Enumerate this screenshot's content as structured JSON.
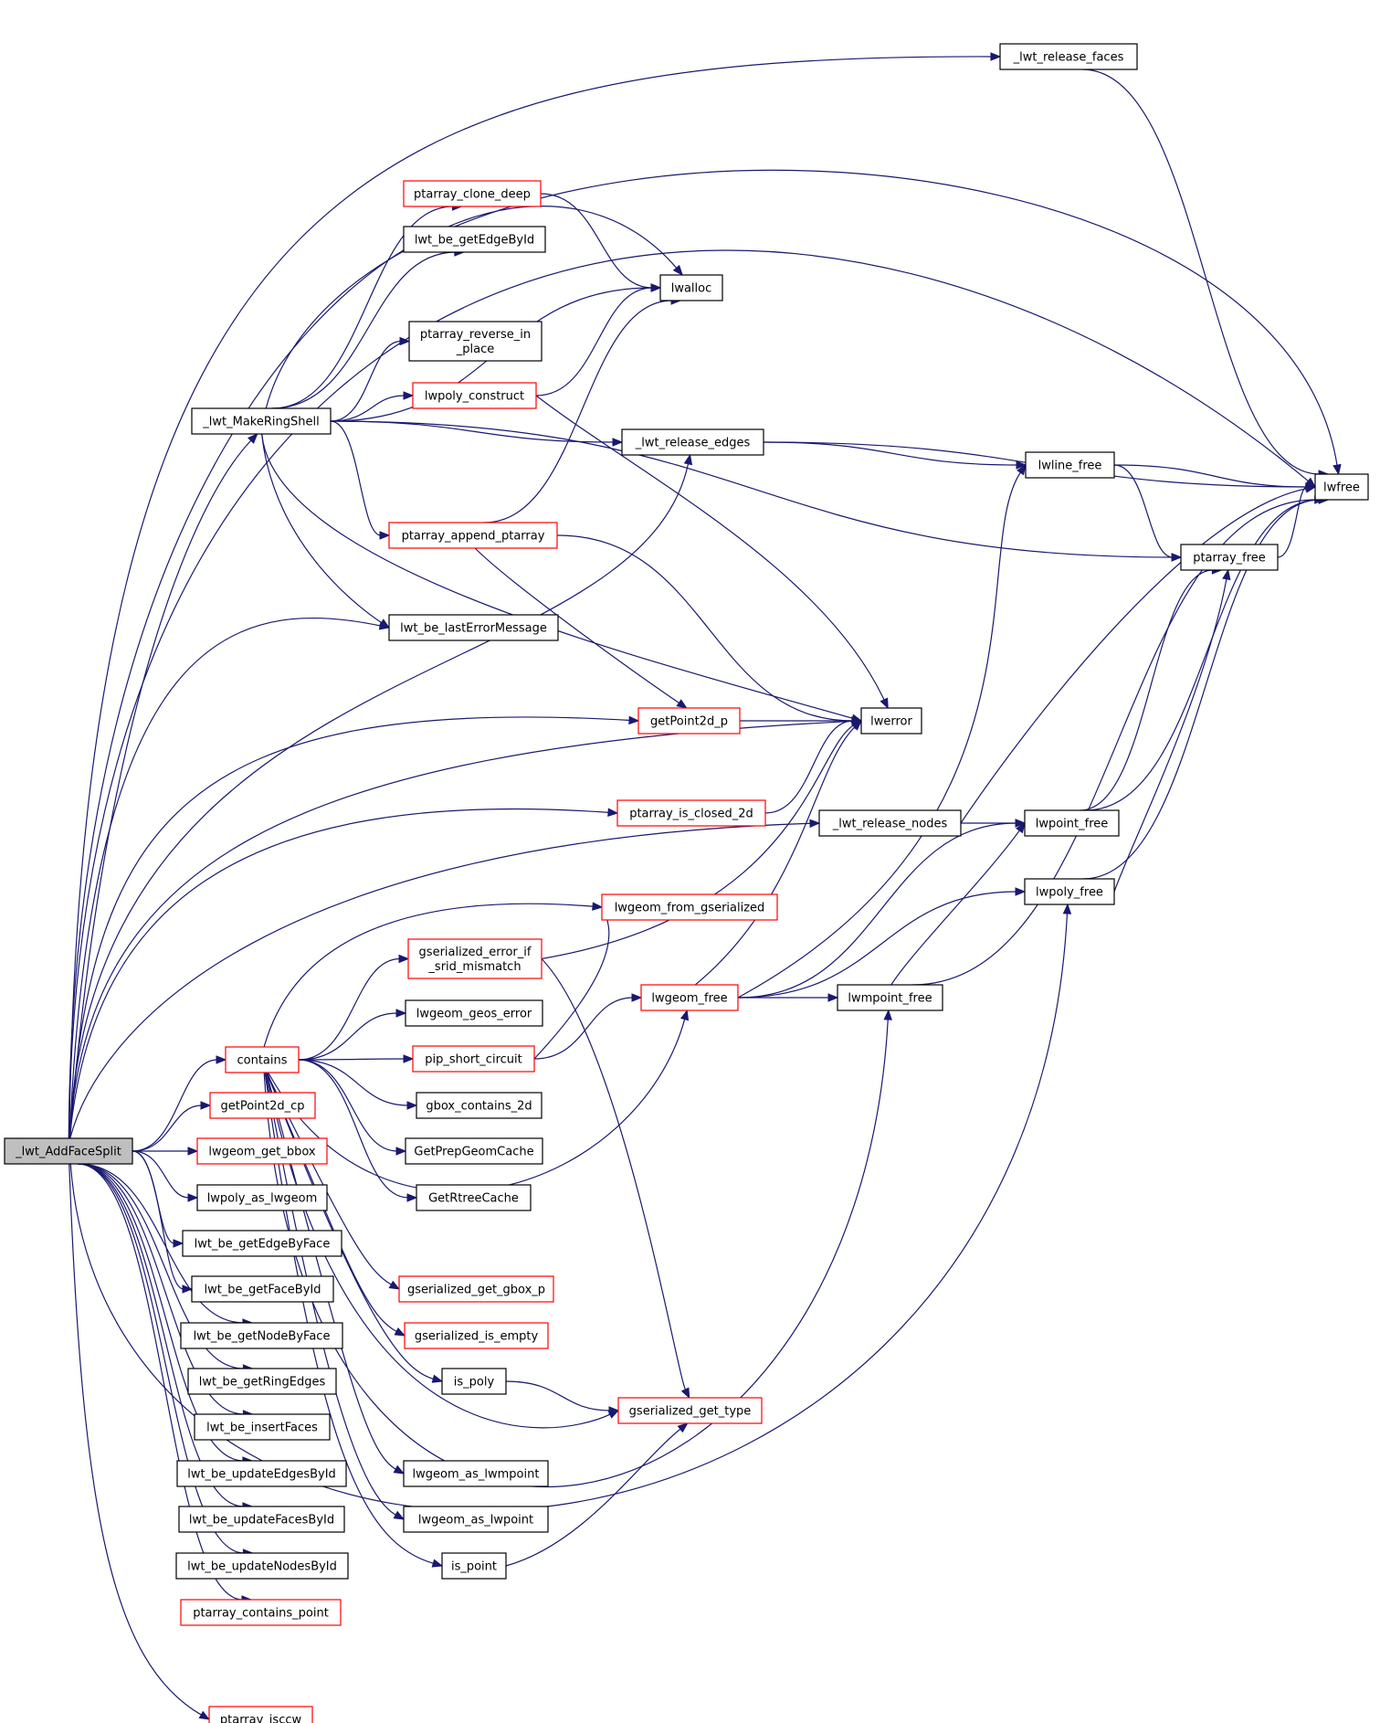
{
  "diagram": {
    "type": "call-graph",
    "colors": {
      "edge": "#191970",
      "border": "#000000",
      "external_border": "#ff0000",
      "root_fill": "#bfbfbf"
    },
    "nodes": [
      {
        "id": "root",
        "label": "_lwt_AddFaceSplit",
        "style": "root"
      },
      {
        "id": "release_faces",
        "label": "_lwt_release_faces",
        "style": "black"
      },
      {
        "id": "lwfree",
        "label": "lwfree",
        "style": "black"
      },
      {
        "id": "clone_deep",
        "label": "ptarray_clone_deep",
        "style": "red"
      },
      {
        "id": "getEdgeById",
        "label": "lwt_be_getEdgeById",
        "style": "black"
      },
      {
        "id": "lwalloc",
        "label": "lwalloc",
        "style": "black"
      },
      {
        "id": "reverse",
        "label": [
          "ptarray_reverse_in",
          "_place"
        ],
        "style": "black"
      },
      {
        "id": "lwpoly_construct",
        "label": "lwpoly_construct",
        "style": "red"
      },
      {
        "id": "makering",
        "label": "_lwt_MakeRingShell",
        "style": "black"
      },
      {
        "id": "release_edges",
        "label": "_lwt_release_edges",
        "style": "black"
      },
      {
        "id": "lwline_free",
        "label": "lwline_free",
        "style": "black"
      },
      {
        "id": "append",
        "label": "ptarray_append_ptarray",
        "style": "red"
      },
      {
        "id": "ptarray_free",
        "label": "ptarray_free",
        "style": "black"
      },
      {
        "id": "lasterr",
        "label": "lwt_be_lastErrorMessage",
        "style": "black"
      },
      {
        "id": "getPoint2d_p",
        "label": "getPoint2d_p",
        "style": "red"
      },
      {
        "id": "lwerror",
        "label": "lwerror",
        "style": "black"
      },
      {
        "id": "closed2d",
        "label": "ptarray_is_closed_2d",
        "style": "red"
      },
      {
        "id": "release_nodes",
        "label": "_lwt_release_nodes",
        "style": "black"
      },
      {
        "id": "lwpoint_free",
        "label": "lwpoint_free",
        "style": "black"
      },
      {
        "id": "lwpoly_free",
        "label": "lwpoly_free",
        "style": "black"
      },
      {
        "id": "from_gser",
        "label": "lwgeom_from_gserialized",
        "style": "red"
      },
      {
        "id": "srid",
        "label": [
          "gserialized_error_if",
          "_srid_mismatch"
        ],
        "style": "red"
      },
      {
        "id": "lwgeom_free",
        "label": "lwgeom_free",
        "style": "red"
      },
      {
        "id": "lwmpoint_free",
        "label": "lwmpoint_free",
        "style": "black"
      },
      {
        "id": "geos_error",
        "label": "lwgeom_geos_error",
        "style": "black"
      },
      {
        "id": "contains",
        "label": "contains",
        "style": "red"
      },
      {
        "id": "pip",
        "label": "pip_short_circuit",
        "style": "red"
      },
      {
        "id": "gbox2d",
        "label": "gbox_contains_2d",
        "style": "black"
      },
      {
        "id": "getPoint2d_cp",
        "label": "getPoint2d_cp",
        "style": "red"
      },
      {
        "id": "prepgeom",
        "label": "GetPrepGeomCache",
        "style": "black"
      },
      {
        "id": "get_bbox",
        "label": "lwgeom_get_bbox",
        "style": "red"
      },
      {
        "id": "rtree",
        "label": "GetRtreeCache",
        "style": "black"
      },
      {
        "id": "poly_as",
        "label": "lwpoly_as_lwgeom",
        "style": "black"
      },
      {
        "id": "edgeByFace",
        "label": "lwt_be_getEdgeByFace",
        "style": "black"
      },
      {
        "id": "faceById",
        "label": "lwt_be_getFaceById",
        "style": "black"
      },
      {
        "id": "gbox_p",
        "label": "gserialized_get_gbox_p",
        "style": "red"
      },
      {
        "id": "nodeByFace",
        "label": "lwt_be_getNodeByFace",
        "style": "black"
      },
      {
        "id": "is_empty",
        "label": "gserialized_is_empty",
        "style": "red"
      },
      {
        "id": "ringEdges",
        "label": "lwt_be_getRingEdges",
        "style": "black"
      },
      {
        "id": "is_poly",
        "label": "is_poly",
        "style": "black"
      },
      {
        "id": "get_type",
        "label": "gserialized_get_type",
        "style": "red"
      },
      {
        "id": "insertFaces",
        "label": "lwt_be_insertFaces",
        "style": "black"
      },
      {
        "id": "updEdges",
        "label": "lwt_be_updateEdgesById",
        "style": "black"
      },
      {
        "id": "as_mpoint",
        "label": "lwgeom_as_lwmpoint",
        "style": "black"
      },
      {
        "id": "updFaces",
        "label": "lwt_be_updateFacesById",
        "style": "black"
      },
      {
        "id": "as_point",
        "label": "lwgeom_as_lwpoint",
        "style": "black"
      },
      {
        "id": "updNodes",
        "label": "lwt_be_updateNodesById",
        "style": "black"
      },
      {
        "id": "is_point",
        "label": "is_point",
        "style": "black"
      },
      {
        "id": "contains_point",
        "label": "ptarray_contains_point",
        "style": "red"
      },
      {
        "id": "isccw",
        "label": "ptarray_isccw",
        "style": "red"
      }
    ],
    "edges": [
      [
        "root",
        "release_faces"
      ],
      [
        "root",
        "lwfree"
      ],
      [
        "root",
        "lwalloc"
      ],
      [
        "root",
        "makering"
      ],
      [
        "root",
        "release_edges"
      ],
      [
        "root",
        "lasterr"
      ],
      [
        "root",
        "getPoint2d_p"
      ],
      [
        "root",
        "lwerror"
      ],
      [
        "root",
        "closed2d"
      ],
      [
        "root",
        "release_nodes"
      ],
      [
        "root",
        "contains"
      ],
      [
        "root",
        "getPoint2d_cp"
      ],
      [
        "root",
        "get_bbox"
      ],
      [
        "root",
        "poly_as"
      ],
      [
        "root",
        "edgeByFace"
      ],
      [
        "root",
        "faceById"
      ],
      [
        "root",
        "nodeByFace"
      ],
      [
        "root",
        "ringEdges"
      ],
      [
        "root",
        "insertFaces"
      ],
      [
        "root",
        "updEdges"
      ],
      [
        "root",
        "updFaces"
      ],
      [
        "root",
        "updNodes"
      ],
      [
        "root",
        "contains_point"
      ],
      [
        "root",
        "isccw"
      ],
      [
        "root",
        "lwpoly_free"
      ],
      [
        "release_faces",
        "lwfree"
      ],
      [
        "makering",
        "clone_deep"
      ],
      [
        "makering",
        "getEdgeById"
      ],
      [
        "makering",
        "lwalloc"
      ],
      [
        "makering",
        "reverse"
      ],
      [
        "makering",
        "lwpoly_construct"
      ],
      [
        "makering",
        "release_edges"
      ],
      [
        "makering",
        "append"
      ],
      [
        "makering",
        "ptarray_free"
      ],
      [
        "makering",
        "lasterr"
      ],
      [
        "makering",
        "lwerror"
      ],
      [
        "makering",
        "lwfree"
      ],
      [
        "clone_deep",
        "lwalloc"
      ],
      [
        "lwpoly_construct",
        "lwalloc"
      ],
      [
        "lwpoly_construct",
        "lwerror"
      ],
      [
        "release_edges",
        "lwfree"
      ],
      [
        "release_edges",
        "lwline_free"
      ],
      [
        "lwline_free",
        "lwfree"
      ],
      [
        "lwline_free",
        "ptarray_free"
      ],
      [
        "append",
        "lwalloc"
      ],
      [
        "append",
        "getPoint2d_p"
      ],
      [
        "append",
        "lwerror"
      ],
      [
        "ptarray_free",
        "lwfree"
      ],
      [
        "getPoint2d_p",
        "lwerror"
      ],
      [
        "closed2d",
        "lwerror"
      ],
      [
        "release_nodes",
        "lwpoint_free"
      ],
      [
        "release_nodes",
        "lwfree"
      ],
      [
        "lwpoint_free",
        "ptarray_free"
      ],
      [
        "lwpoint_free",
        "lwfree"
      ],
      [
        "lwpoly_free",
        "ptarray_free"
      ],
      [
        "lwpoly_free",
        "lwfree"
      ],
      [
        "srid",
        "lwerror"
      ],
      [
        "srid",
        "get_type"
      ],
      [
        "lwgeom_free",
        "lwline_free"
      ],
      [
        "lwgeom_free",
        "lwerror"
      ],
      [
        "lwgeom_free",
        "lwpoint_free"
      ],
      [
        "lwgeom_free",
        "lwpoly_free"
      ],
      [
        "lwgeom_free",
        "lwmpoint_free"
      ],
      [
        "lwmpoint_free",
        "lwpoint_free"
      ],
      [
        "lwmpoint_free",
        "lwfree"
      ],
      [
        "contains",
        "from_gser"
      ],
      [
        "contains",
        "srid"
      ],
      [
        "contains",
        "geos_error"
      ],
      [
        "contains",
        "pip"
      ],
      [
        "contains",
        "gbox2d"
      ],
      [
        "contains",
        "prepgeom"
      ],
      [
        "contains",
        "rtree"
      ],
      [
        "contains",
        "lwgeom_free"
      ],
      [
        "contains",
        "gbox_p"
      ],
      [
        "contains",
        "is_empty"
      ],
      [
        "contains",
        "is_poly"
      ],
      [
        "contains",
        "get_type"
      ],
      [
        "contains",
        "as_mpoint"
      ],
      [
        "contains",
        "as_point"
      ],
      [
        "contains",
        "is_point"
      ],
      [
        "contains",
        "lwmpoint_free"
      ],
      [
        "pip",
        "from_gser"
      ],
      [
        "pip",
        "lwgeom_free"
      ],
      [
        "is_poly",
        "get_type"
      ],
      [
        "is_point",
        "get_type"
      ]
    ]
  }
}
